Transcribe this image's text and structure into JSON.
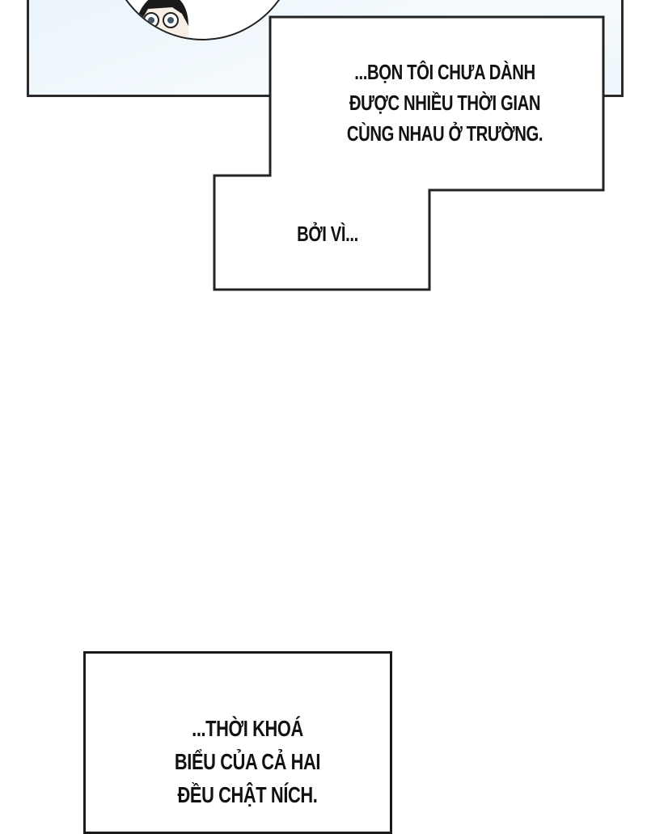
{
  "captions": {
    "box_1": {
      "lines": [
        "...BỌN TÔI CHƯA DÀNH",
        "ĐƯỢC NHIỀU THỜI GIAN",
        "CÙNG NHAU Ở TRƯỜNG."
      ]
    },
    "box_2": {
      "text": "BỞI VÌ..."
    },
    "box_3": {
      "lines": [
        "...THỜI KHOÁ",
        "BIỂU CỦA CẢ HAI",
        "ĐỀU CHẬT NÍCH."
      ]
    }
  }
}
